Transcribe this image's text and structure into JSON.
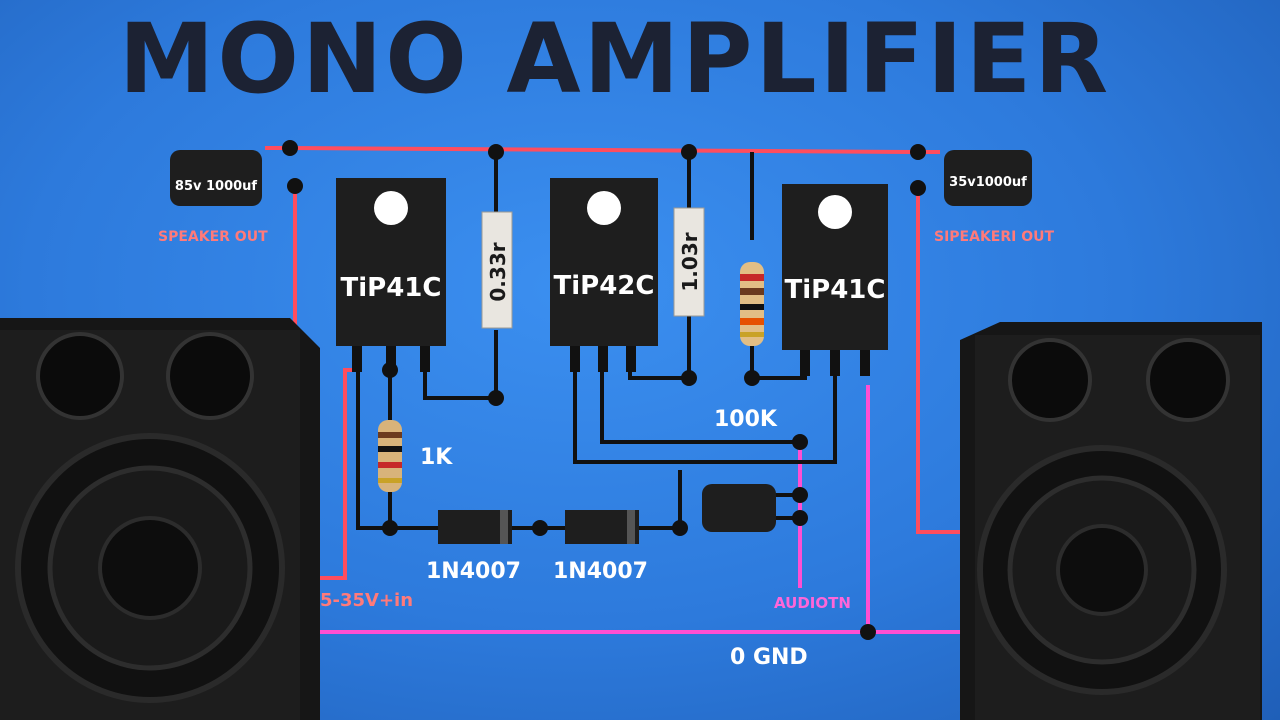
{
  "title": "MONO AMPLIFIER",
  "transistors": [
    {
      "label": "TiP41C"
    },
    {
      "label": "TiP42C"
    },
    {
      "label": "TiP41C"
    }
  ],
  "power_resistors": [
    {
      "label": "0.33r"
    },
    {
      "label": "1.03r"
    }
  ],
  "capacitors": [
    {
      "label": "85v 1000uf"
    },
    {
      "label": "35v1000uf"
    }
  ],
  "labels": {
    "speaker_out_left": "SPEAKER OUT",
    "speaker_out_right": "SIPEAKERI OUT",
    "resistor_1k": "1K",
    "resistor_100k": "100K",
    "diode_left": "1N4007",
    "diode_right": "1N4007",
    "power_in": "5-35V+in",
    "audio_in": "AUDIOTN",
    "ground": "0 GND"
  },
  "colors": {
    "background": "#2f7fe0",
    "positive_wire": "#ff4d5e",
    "signal_wire": "#ff4fd2",
    "wire": "#111111",
    "component": "#1e1e1e",
    "title": "#1c2233"
  }
}
